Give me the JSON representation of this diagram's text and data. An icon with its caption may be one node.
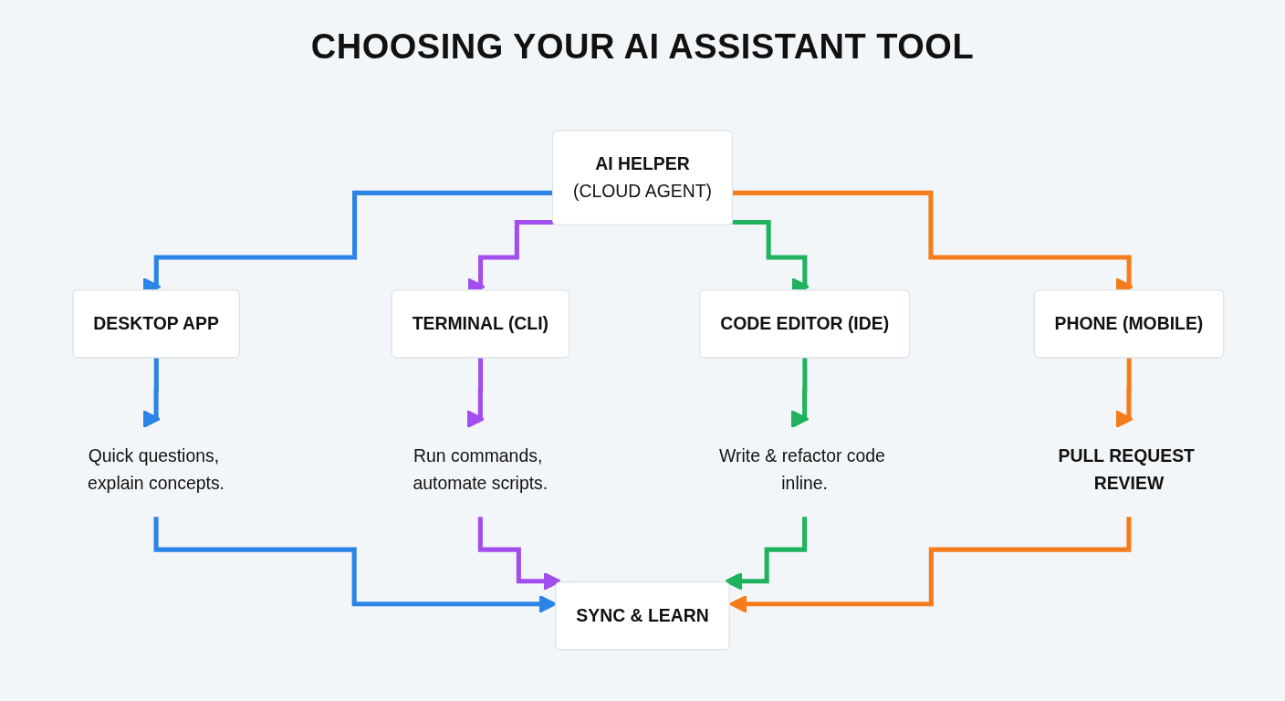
{
  "diagram": {
    "title": "CHOOSING YOUR AI ASSISTANT TOOL",
    "nodes": [
      {
        "text": [
          "AI HELPER",
          "(CLOUD AGENT)"
        ]
      },
      {
        "text": [
          "DESKTOP APP"
        ]
      },
      {
        "text": [
          "TERMINAL (CLI)"
        ]
      },
      {
        "text": [
          "CODE EDITOR (IDE)"
        ]
      },
      {
        "text": [
          "PHONE (MOBILE)"
        ]
      },
      {
        "text": [
          "Quick questions, explain concepts."
        ]
      },
      {
        "text": [
          "Run commands, automate scripts."
        ]
      },
      {
        "text": [
          "Write & refactor code inline."
        ]
      },
      {
        "text": [
          "PULL REQUEST REVIEW"
        ]
      },
      {
        "text": [
          "SYNC & LEARN"
        ]
      }
    ],
    "edges": [
      {
        "from": 0,
        "to": 1,
        "arrow": "to",
        "color": "#2b84e6"
      },
      {
        "from": 0,
        "to": 2,
        "arrow": "to",
        "color": "#a24ded"
      },
      {
        "from": 0,
        "to": 3,
        "arrow": "to",
        "color": "#1fb25f"
      },
      {
        "from": 0,
        "to": 4,
        "arrow": "to",
        "color": "#f57c1a"
      },
      {
        "from": 1,
        "to": 5,
        "arrow": "to",
        "color": "#2b84e6"
      },
      {
        "from": 2,
        "to": 6,
        "arrow": "to",
        "color": "#a24ded"
      },
      {
        "from": 3,
        "to": 7,
        "arrow": "to",
        "color": "#1fb25f"
      },
      {
        "from": 4,
        "to": 8,
        "arrow": "to",
        "color": "#f57c1a"
      },
      {
        "from": 5,
        "to": 9,
        "arrow": "to",
        "color": "#2b84e6"
      },
      {
        "from": 6,
        "to": 9,
        "arrow": "to",
        "color": "#a24ded"
      },
      {
        "from": 7,
        "to": 9,
        "arrow": "to",
        "color": "#1fb25f"
      },
      {
        "from": 8,
        "to": 9,
        "arrow": "to",
        "color": "#f57c1a"
      }
    ]
  }
}
